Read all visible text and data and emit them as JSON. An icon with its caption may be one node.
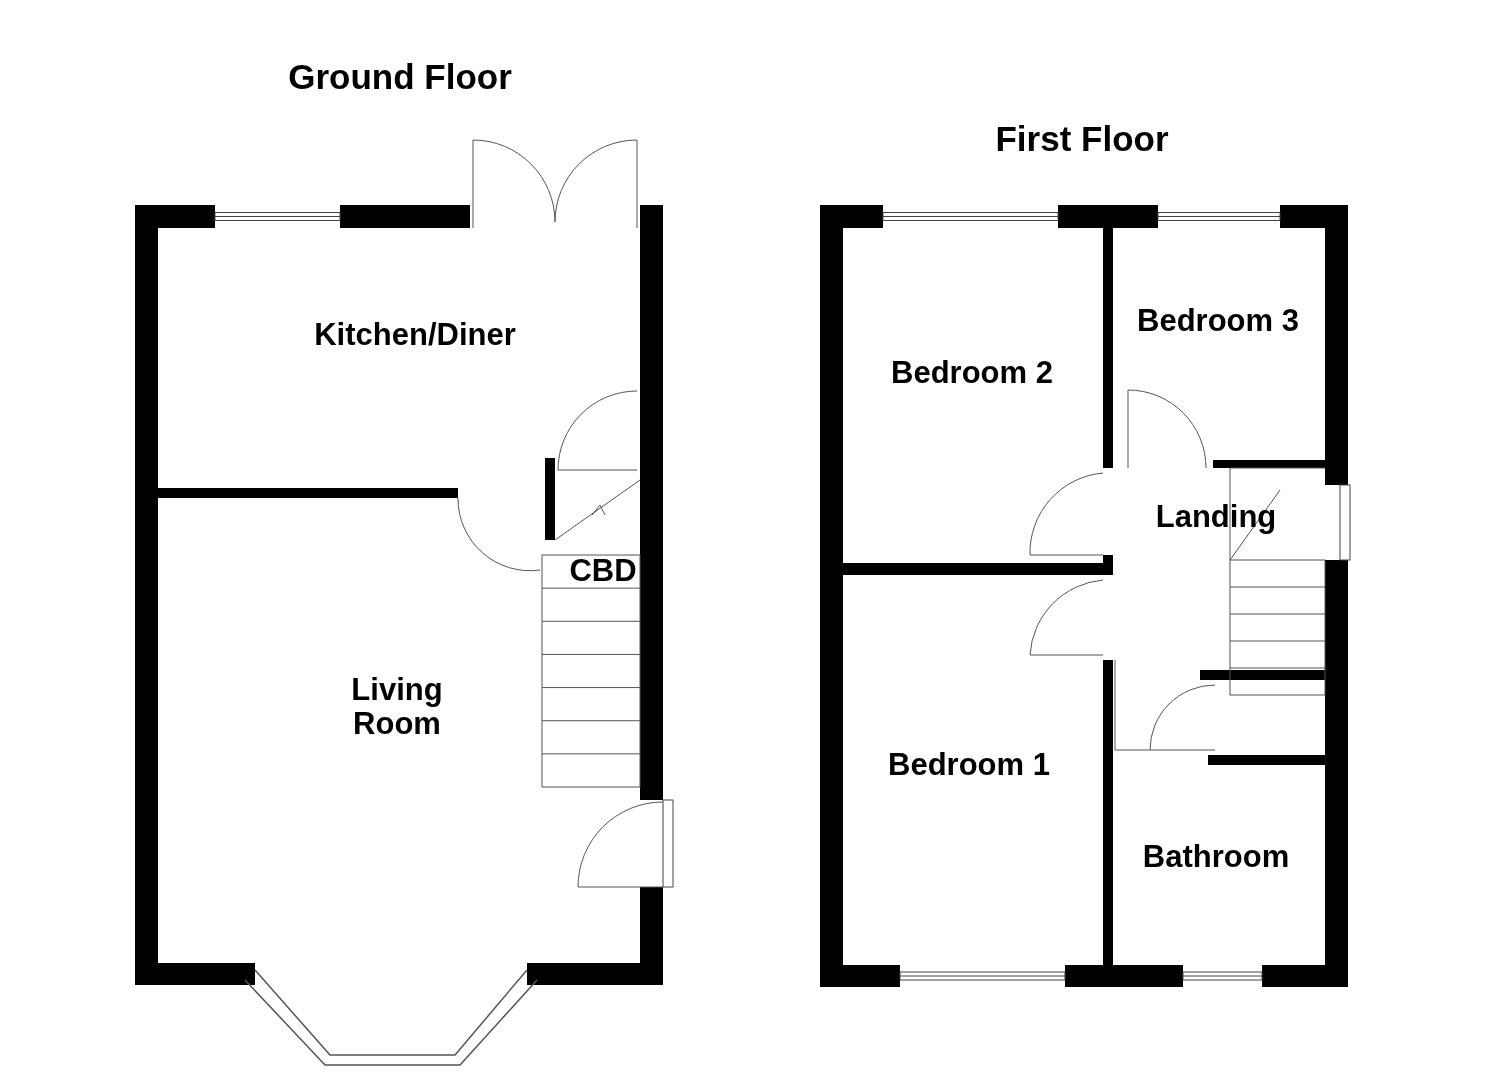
{
  "diagram": {
    "nodes": [
      {
        "text": [
          "Ground Floor"
        ]
      },
      {
        "text": [
          "Kitchen/Diner"
        ],
        "in": 0
      },
      {
        "text": [
          "Living Room"
        ],
        "in": 0
      },
      {
        "text": [
          "CBD"
        ],
        "in": 0
      },
      {
        "text": [
          "First Floor"
        ]
      },
      {
        "text": [
          "Bedroom 2"
        ],
        "in": 4
      },
      {
        "text": [
          "Bedroom 3"
        ],
        "in": 4
      },
      {
        "text": [
          "Landing"
        ],
        "in": 4
      },
      {
        "text": [
          "Bedroom 1"
        ],
        "in": 4
      },
      {
        "text": [
          "Bathroom"
        ],
        "in": 4
      }
    ]
  }
}
